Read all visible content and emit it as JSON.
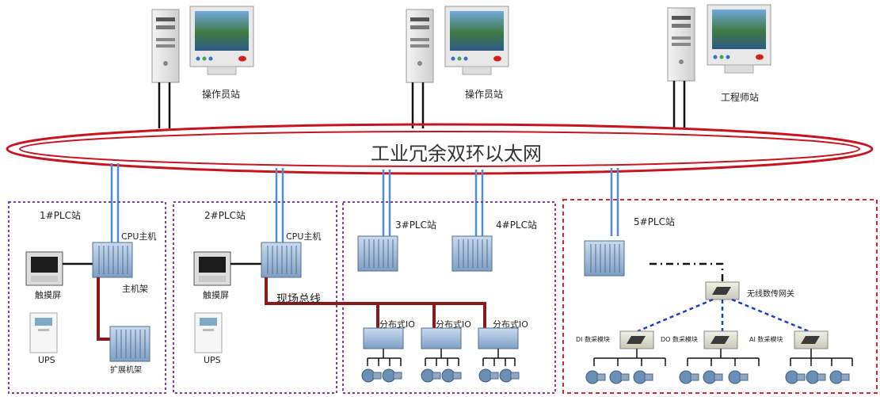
{
  "ring": {
    "label": "工业冗余双环以太网"
  },
  "stations": [
    {
      "label": "操作员站"
    },
    {
      "label": "操作员站"
    },
    {
      "label": "工程师站"
    }
  ],
  "plc1": {
    "title": "1#PLC站",
    "cpu": "CPU主机",
    "main_rack": "主机架",
    "touch": "触摸屏",
    "ups": "UPS",
    "ext_rack": "扩展机架"
  },
  "plc2": {
    "title": "2#PLC站",
    "cpu": "CPU主机",
    "touch": "触摸屏",
    "ups": "UPS",
    "bus": "现场总线"
  },
  "plc34": {
    "title3": "3#PLC站",
    "title4": "4#PLC站",
    "io": [
      "分布式IO",
      "分布式IO",
      "分布式IO"
    ]
  },
  "plc5": {
    "title": "5#PLC站",
    "gateway": "无线数传网关",
    "modules": [
      "DI 数采模块",
      "DO 数采模块",
      "AI 数采模块"
    ]
  }
}
